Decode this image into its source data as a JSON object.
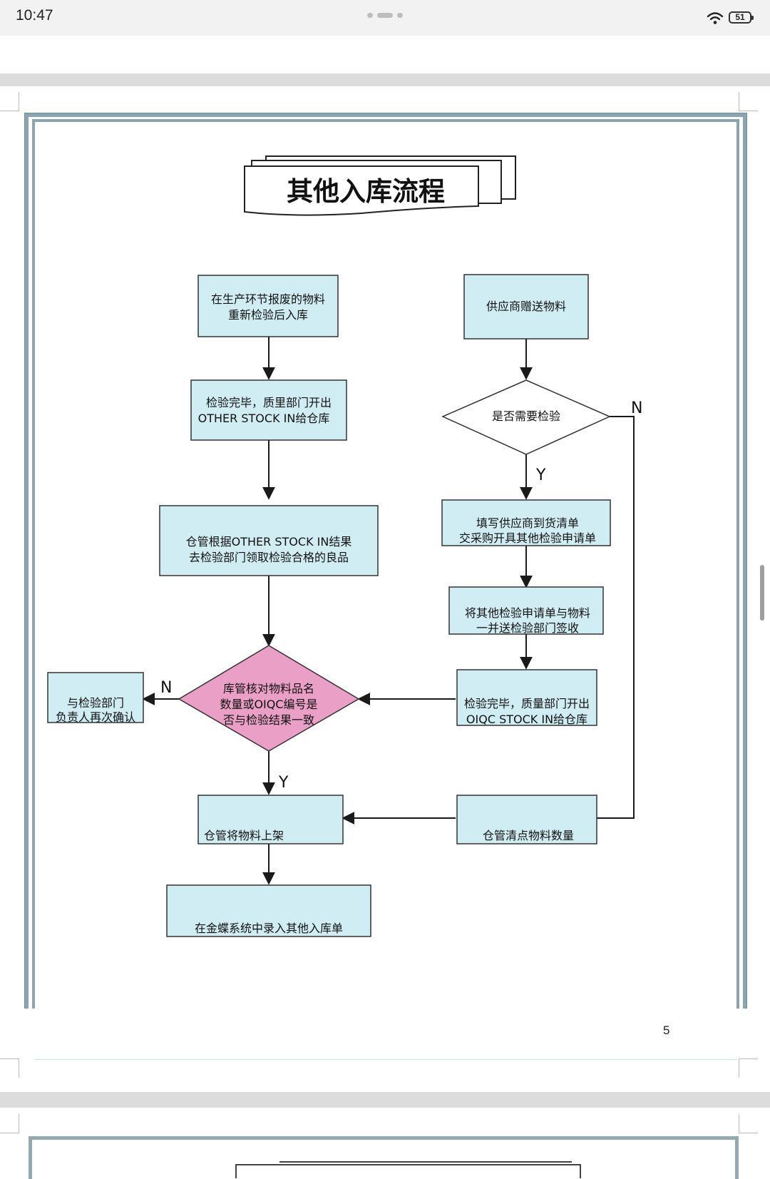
{
  "status_bar": {
    "time": "10:47",
    "battery": "51",
    "wifi_icon": "wifi-icon"
  },
  "document": {
    "page_number": "5",
    "flowchart": {
      "title": "其他入库流程",
      "nodes": {
        "scrap_material": [
          "在生产环节报废的物料",
          "重新检验后入库"
        ],
        "inspect_done_qc": [
          "检验完毕，质里部门开出",
          "OTHER STOCK IN给仓库"
        ],
        "warehouse_collect": [
          "仓管根据OTHER STOCK IN结果",
          "去检验部门领取检验合格的良品"
        ],
        "verify_decision": [
          "库管核对物料品名",
          "数量或OIQC编号是",
          "否与检验结果一致"
        ],
        "reconfirm": [
          "与检验部门",
          "负责人再次确认"
        ],
        "shelve": "仓管将物料上架",
        "kingdee_entry": "在金蝶系统中录入其他入库单",
        "supplier_gift": "供应商赠送物料",
        "need_inspection": "是否需要检验",
        "fill_delivery_note": [
          "填写供应商到货清单",
          "交采购开具其他检验申请单"
        ],
        "send_to_inspection": [
          "将其他检验申请单与物料",
          "一并送检验部门签收"
        ],
        "inspect_done_oiqc": [
          "检验完毕，质量部门开出",
          "OIQC  STOCK  IN给仓库"
        ],
        "count_quantity": "仓管清点物料数量"
      },
      "branch_labels": {
        "yes": "Y",
        "no": "N"
      }
    }
  },
  "colors": {
    "box_fill": "#d1edf4",
    "decision_fill": "#eaa0c6",
    "frame_border": "#8aa4b0",
    "line": "#1a1a1a",
    "footer_line": "#bfe3ee"
  }
}
